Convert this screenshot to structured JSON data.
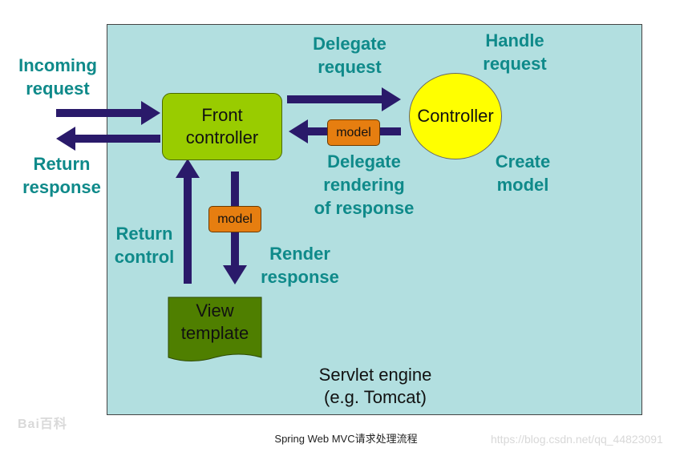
{
  "diagram": {
    "nodes": {
      "front_controller": "Front\ncontroller",
      "controller": "Controller",
      "view_template": "View\ntemplate",
      "servlet_engine": "Servlet engine\n(e.g. Tomcat)"
    },
    "model_badges": [
      "model",
      "model"
    ],
    "labels": {
      "incoming_request": "Incoming\nrequest",
      "return_response": "Return\nresponse",
      "delegate_request": "Delegate\nrequest",
      "handle_request": "Handle\nrequest",
      "create_model": "Create\nmodel",
      "delegate_rendering": "Delegate\nrendering\nof response",
      "return_control": "Return\ncontrol",
      "render_response": "Render\nresponse"
    },
    "colors": {
      "engine_background": "#b2dfe0",
      "front_controller": "#99cc00",
      "controller": "#ffff00",
      "model_badge": "#e67e10",
      "view_template": "#4f7f00",
      "arrow": "#2a1a6a",
      "label_text": "#0f8a8a"
    }
  },
  "caption": "Spring Web MVC请求处理流程",
  "logo": "Bai百科",
  "watermark": "https://blog.csdn.net/qq_44823091"
}
